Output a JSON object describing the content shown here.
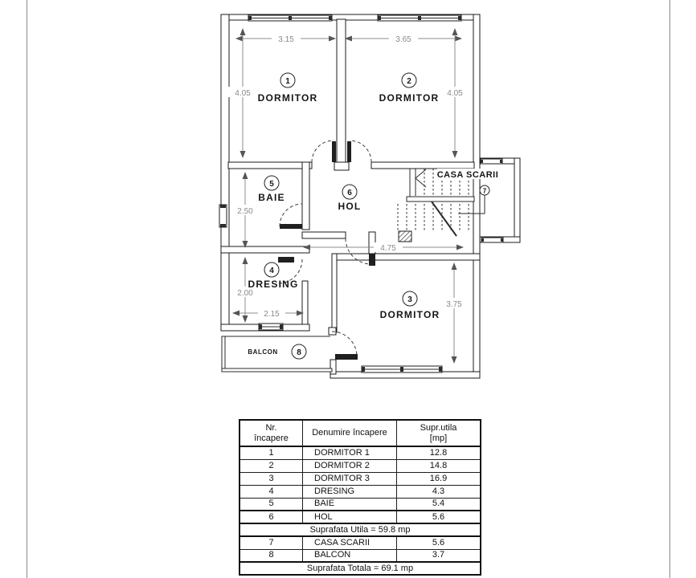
{
  "plan": {
    "rooms": {
      "r1": {
        "num": "1",
        "label": "DORMITOR"
      },
      "r2": {
        "num": "2",
        "label": "DORMITOR"
      },
      "r3": {
        "num": "3",
        "label": "DORMITOR"
      },
      "r4": {
        "num": "4",
        "label": "DRESING"
      },
      "r5": {
        "num": "5",
        "label": "BAIE"
      },
      "r6": {
        "num": "6",
        "label": "HOL"
      },
      "r7": {
        "num": "7",
        "label": "CASA SCARII"
      },
      "r8": {
        "num": "8",
        "label": "BALCON"
      }
    },
    "dims": {
      "room1_width": "3.15",
      "room2_width": "3.65",
      "room1_height": "4.05",
      "room2_height": "4.05",
      "baie_height": "2.50",
      "dresing_height": "2.00",
      "dresing_width": "2.15",
      "room3_width": "4.75",
      "room3_height": "3.75"
    }
  },
  "table": {
    "header": {
      "col1_line1": "Nr.",
      "col1_line2": "încapere",
      "col2": "Denumire încapere",
      "col3_line1": "Supr.utila",
      "col3_line2": "[mp]"
    },
    "rows": [
      {
        "nr": "1",
        "name": "DORMITOR 1",
        "area": "12.8"
      },
      {
        "nr": "2",
        "name": "DORMITOR 2",
        "area": "14.8"
      },
      {
        "nr": "3",
        "name": "DORMITOR 3",
        "area": "16.9"
      },
      {
        "nr": "4",
        "name": "DRESING",
        "area": "4.3"
      },
      {
        "nr": "5",
        "name": "BAIE",
        "area": "5.4"
      },
      {
        "nr": "6",
        "name": "HOL",
        "area": "5.6"
      }
    ],
    "subtotal": "Suprafata Utila = 59.8 mp",
    "rows2": [
      {
        "nr": "7",
        "name": "CASA SCARII",
        "area": "5.6"
      },
      {
        "nr": "8",
        "name": "BALCON",
        "area": "3.7"
      }
    ],
    "total": "Suprafata Totala = 69.1 mp"
  }
}
